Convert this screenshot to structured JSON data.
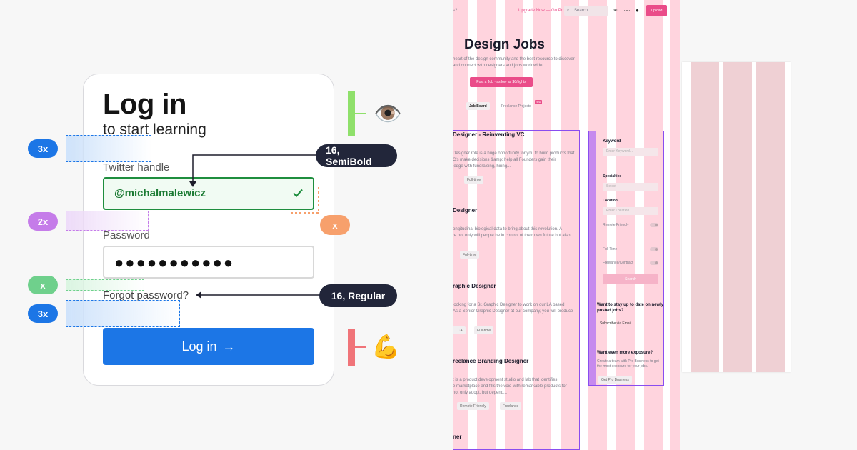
{
  "login": {
    "title": "Log in",
    "subtitle": "to start learning",
    "twitter_label": "Twitter handle",
    "twitter_value": "@michalmalewicz",
    "password_label": "Password",
    "password_value": "●●●●●●●●●●●",
    "forgot": "Forgot password?",
    "button": "Log in",
    "arrow": "→"
  },
  "annotations": {
    "spacing_3x_top": "3x",
    "spacing_2x": "2x",
    "spacing_x_right": "x",
    "spacing_x_left": "x",
    "spacing_3x_bottom": "3x",
    "font_semibold": "16, SemiBold",
    "font_regular": "16, Regular",
    "eye_emoji": "👁️",
    "muscle_emoji": "💪"
  },
  "jobs": {
    "nav_cut": "s?",
    "upgrade": "Upgrade Now — Go Pro",
    "search_placeholder": "Search",
    "upload": "Upload",
    "title": "Design Jobs",
    "intro_1": "heart of the design community and the best resource to discover",
    "intro_2": "and connect with designers and jobs worldwide.",
    "post_job": "Post a Job · as low as $0/rights",
    "tab_board": "Job Board",
    "tab_freelance": "Freelance Projects",
    "new_badge": "NEW",
    "listings": [
      {
        "title": "Designer - Reinventing VC",
        "l1": "Designer role is a huge opportunity for you to build products that",
        "l2": "C's make decisions &amp; help all Founders gain their",
        "l3": "ledge with fundraising, hiring...",
        "chip": "Full-time"
      },
      {
        "title": "Designer",
        "l1": "ongitudinal biological data to bring about this revolution. A",
        "l2": "re not only will people be in control of their own future but also",
        "l3": "",
        "chip": "Full-time"
      },
      {
        "title": "raphic Designer",
        "l1": "looking for a Sr. Graphic Designer to work on our LA based",
        "l2": "As a Senior Graphic Designer at our company, you will produce",
        "l3": "",
        "chip": "Full-time"
      },
      {
        "title": "reelance Branding Designer",
        "l1": "t is a product development studio and lab that identifies",
        "l2": "e marketplace and fills the void with remarkable products for",
        "l3": "not only adopt, but depend...",
        "chip": "Freelance"
      },
      {
        "title": "ner",
        "l1": "",
        "l2": "",
        "l3": "",
        "chip": ""
      }
    ],
    "chip_remote": "Remote Friendly",
    "chip_location": ", CA",
    "sidebar": {
      "keyword": "Keyword",
      "keyword_ph": "Enter Keyword...",
      "specialties": "Specialties",
      "select": "Select",
      "location": "Location",
      "location_ph": "Enter Location...",
      "remote": "Remote Friendly",
      "fulltime": "Full Time",
      "freelance": "Freelance/Contract",
      "search_btn": "Search",
      "stay_1": "Want to stay up to date on newly",
      "stay_2": "posted jobs?",
      "subscribe": "Subscribe via Email",
      "exposure": "Want even more exposure?",
      "pro_1": "Create a team with Pro Business to get",
      "pro_2": "the most exposure for your jobs.",
      "pro_btn": "Get Pro Business"
    }
  },
  "colors": {
    "accent_blue": "#1c76e6",
    "success_green": "#1e8e3e",
    "grid_pink": "#ffd2dc",
    "frame_purple": "#8a4df0",
    "dribbble_pink": "#ea4c89"
  }
}
